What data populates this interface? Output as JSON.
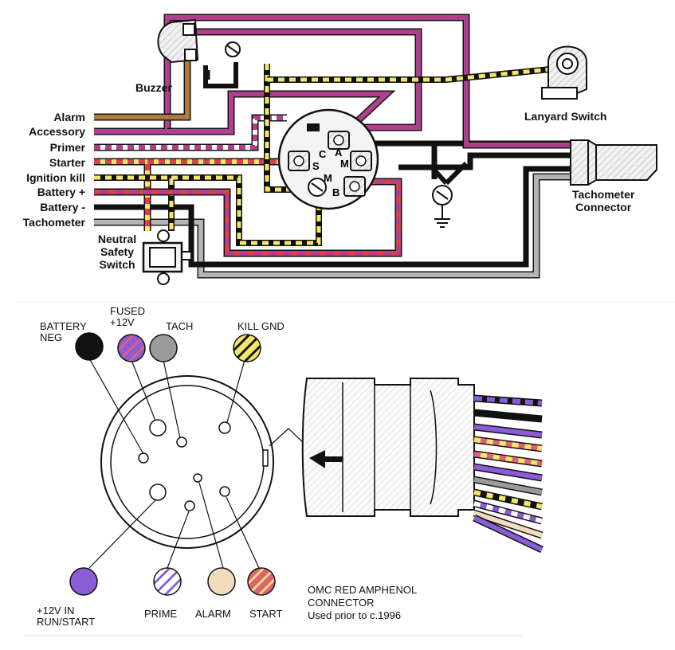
{
  "wiring_diagram": {
    "left_labels": [
      {
        "key": "alarm",
        "text": "Alarm"
      },
      {
        "key": "accessory",
        "text": "Accessory"
      },
      {
        "key": "primer",
        "text": "Primer"
      },
      {
        "key": "starter",
        "text": "Starter"
      },
      {
        "key": "ignition_kill",
        "text": "Ignition kill"
      },
      {
        "key": "battery_plus",
        "text": "Battery +"
      },
      {
        "key": "battery_minus",
        "text": "Battery -"
      },
      {
        "key": "tachometer",
        "text": "Tachometer"
      }
    ],
    "buzzer": "Buzzer",
    "lanyard_switch": "Lanyard Switch",
    "tachometer_connector": [
      "Tachometer",
      "Connector"
    ],
    "neutral_safety_switch": [
      "Neutral",
      "Safety",
      "Switch"
    ],
    "switch_terminals": [
      "C",
      "A",
      "S",
      "M",
      "M",
      "B"
    ]
  },
  "connector_diagram": {
    "pins": [
      {
        "key": "battery_neg",
        "label": [
          "BATTERY",
          "NEG"
        ],
        "colors": [
          "#111111"
        ],
        "pattern": "solid"
      },
      {
        "key": "fused_12v",
        "label": [
          "FUSED",
          "+12V"
        ],
        "colors": [
          "#e0607a",
          "#8a5cd6"
        ],
        "pattern": "stripe"
      },
      {
        "key": "tach",
        "label": [
          "TACH"
        ],
        "colors": [
          "#9a9a9a"
        ],
        "pattern": "solid"
      },
      {
        "key": "kill_gnd",
        "label": [
          "KILL GND"
        ],
        "colors": [
          "#111111",
          "#f3e66a"
        ],
        "pattern": "stripe"
      },
      {
        "key": "plus12v_in",
        "label": [
          "+12V IN",
          "RUN/START"
        ],
        "colors": [
          "#8a5cd6"
        ],
        "pattern": "solid"
      },
      {
        "key": "prime",
        "label": [
          "PRIME"
        ],
        "colors": [
          "#8a5cd6",
          "#ffffff"
        ],
        "pattern": "stripe"
      },
      {
        "key": "alarm",
        "label": [
          "ALARM"
        ],
        "colors": [
          "#f3dcbc"
        ],
        "pattern": "solid"
      },
      {
        "key": "start",
        "label": [
          "START"
        ],
        "colors": [
          "#f3e66a",
          "#e0607a"
        ],
        "pattern": "stripe"
      }
    ],
    "caption": [
      "OMC RED AMPHENOL",
      "CONNECTOR",
      "Used prior to c.1996"
    ]
  },
  "colors": {
    "purple": "#b0408e",
    "tan": "#b07a3c",
    "black": "#111111",
    "yellow": "#f3e66a",
    "red": "#d8404e",
    "gray": "#a0a0a0",
    "connector_purple": "#8a5cd6"
  }
}
